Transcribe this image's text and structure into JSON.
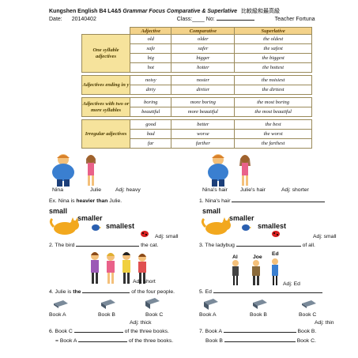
{
  "header": {
    "title_plain": "Kungshen English B4 L4&5 ",
    "title_italic": "Grammar Focus Comparative & Superlative",
    "title_cn": "比較級和最高級",
    "date_label": "Date:",
    "date_value": "20140402",
    "class_label": "Class:____ No:",
    "teacher": "Teacher Fortuna"
  },
  "table": {
    "columns": [
      "Adjective",
      "Comparative",
      "Superlative"
    ],
    "groups": [
      {
        "label": "One syllable adjectives",
        "rows": [
          [
            "old",
            "older",
            "the oldest"
          ],
          [
            "safe",
            "safer",
            "the safest"
          ],
          [
            "big",
            "bigger",
            "the biggest"
          ],
          [
            "hot",
            "hotter",
            "the hottest"
          ]
        ]
      },
      {
        "label": "Adjectives ending in y",
        "rows": [
          [
            "noisy",
            "nosier",
            "the noisiest"
          ],
          [
            "dirty",
            "dirtier",
            "the dirtiest"
          ]
        ]
      },
      {
        "label": "Adjectives with two or more syllables",
        "rows": [
          [
            "boring",
            "more boring",
            "the most boring"
          ],
          [
            "beautiful",
            "more beautiful",
            "the most beautiful"
          ]
        ]
      },
      {
        "label": "Irregular adjectives",
        "rows": [
          [
            "good",
            "better",
            "the best"
          ],
          [
            "bad",
            "worse",
            "the worst"
          ],
          [
            "far",
            "farther",
            "the farthest"
          ]
        ]
      }
    ]
  },
  "ex_left": {
    "nina": "Nina",
    "julie": "Julie",
    "adj": "Adj: heavy",
    "example_pre": "Ex. Nina is ",
    "example_bold": "heavier than",
    "example_post": " Julie."
  },
  "ex_right": {
    "ninas_hair": "Nina's hair",
    "julies_hair": "Julie's hair",
    "adj": "Adj: shorter",
    "q1": "1. Nina's hair"
  },
  "sizes": {
    "small": "small",
    "smaller": "smaller",
    "smallest": "smallest"
  },
  "q2": {
    "adj": "Adj: small",
    "pre": "2. The bird",
    "post": "the cat."
  },
  "q3": {
    "adj": "Adj: small",
    "pre": "3. The ladybug",
    "post": "of all."
  },
  "q4": {
    "adj": "Adj: short",
    "pre": "4. Julie is ",
    "bold": "the",
    "post": "of the four people."
  },
  "q5": {
    "names": [
      "Al",
      "Joe",
      "Ed"
    ],
    "adj": "Adj: Ed",
    "pre": "5. Ed"
  },
  "books_left": {
    "labels": [
      "Book A",
      "Book B",
      "Book C"
    ],
    "adj": "Adj: thick",
    "q6a_pre": "6. Book C",
    "q6a_post": "of the three books.",
    "q6b_pre": "= Book A",
    "q6b_post": "of the three books."
  },
  "books_right": {
    "labels": [
      "Book A",
      "Book B",
      "Book C"
    ],
    "adj": "Adj: thin",
    "q7a_pre": "7. Book A",
    "q7a_post": "Book B.",
    "q7b_pre": "Book B",
    "q7b_post": "Book C."
  },
  "colors": {
    "header_fill": "#f3d28a",
    "row_fill": "#f6e39c",
    "cat": "#f2a81e",
    "girl_shirt": "#e9618a",
    "boy_shirt": "#3a7fd0"
  }
}
